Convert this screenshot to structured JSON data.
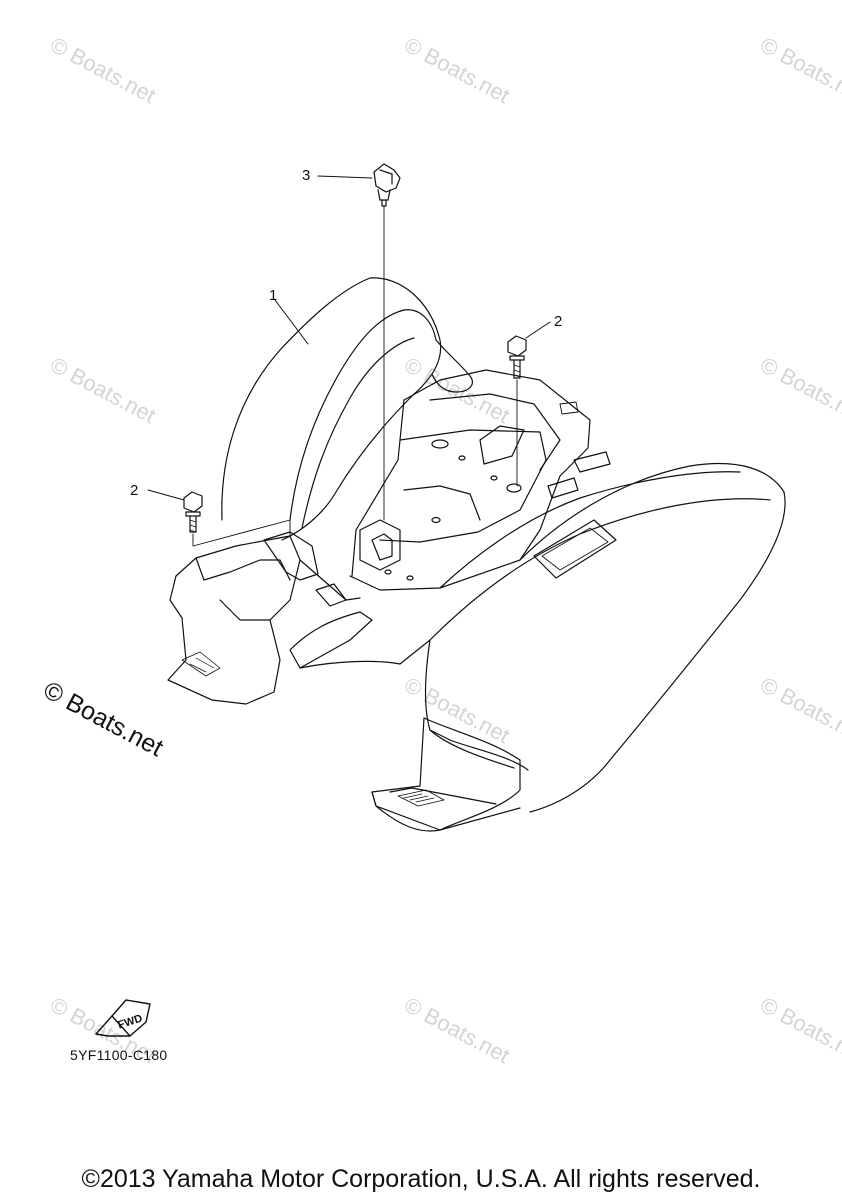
{
  "watermark": "© Boats.net",
  "callouts": {
    "part1": "1",
    "part2a": "2",
    "part2b": "2",
    "part3": "3"
  },
  "fwd_label": "FWD",
  "diagram_code": "5YF1100-C180",
  "footer": "©2013 Yamaha Motor Corporation, U.S.A. All rights reserved.",
  "colors": {
    "line": "#111111",
    "watermark": "#d4d4d4"
  }
}
